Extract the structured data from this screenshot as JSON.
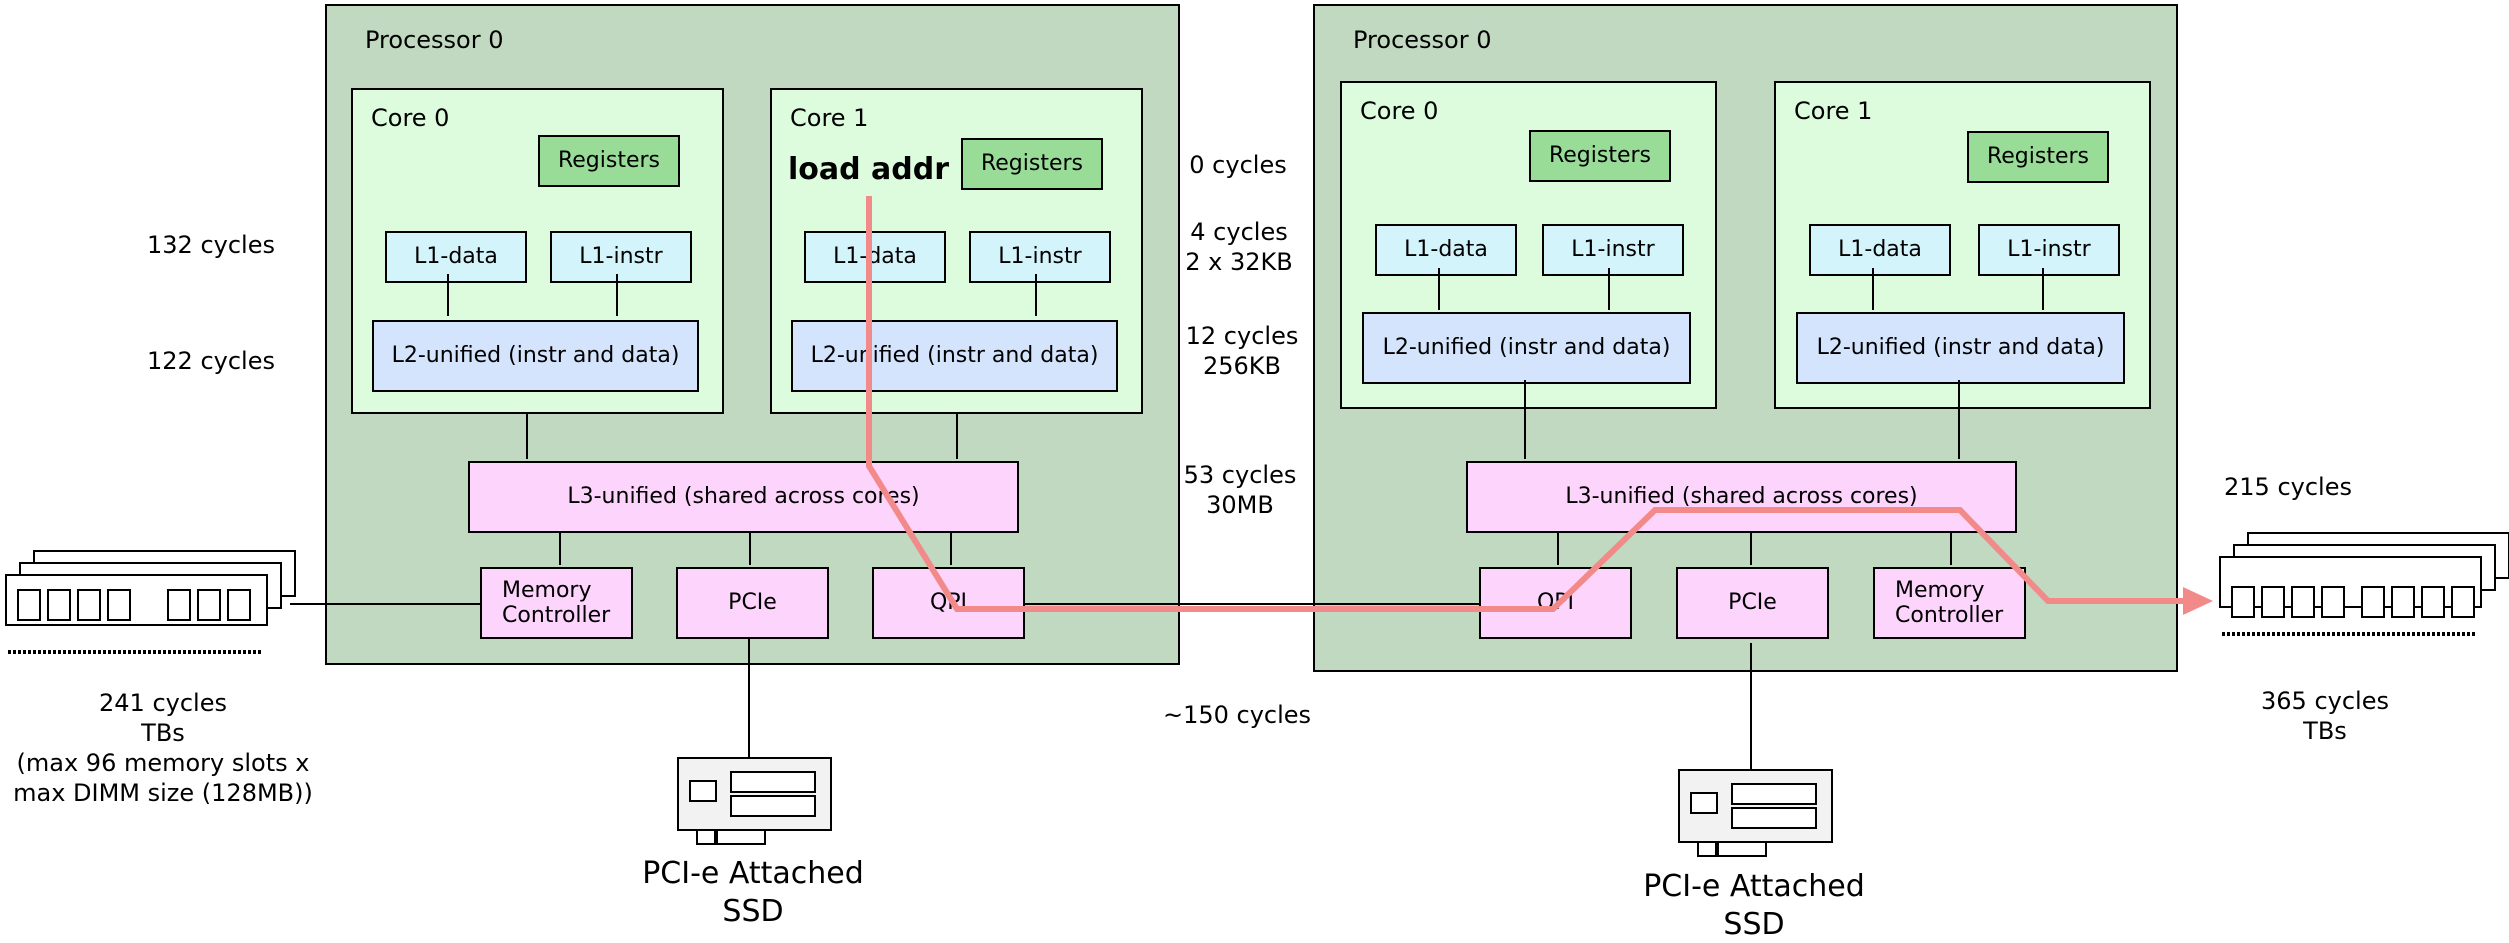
{
  "processors": [
    {
      "title": "Processor 0",
      "cores": [
        {
          "title": "Core 0",
          "registers": "Registers",
          "l1_data": "L1-data",
          "l1_instr": "L1-instr",
          "l2": "L2-unified (instr and data)"
        },
        {
          "title": "Core 1",
          "registers": "Registers",
          "l1_data": "L1-data",
          "l1_instr": "L1-instr",
          "l2": "L2-unified (instr and data)",
          "note": "load addr"
        }
      ],
      "l3": "L3-unified (shared across cores)",
      "io": [
        "Memory\nController",
        "PCIe",
        "QPI"
      ]
    },
    {
      "title": "Processor 0",
      "cores": [
        {
          "title": "Core 0",
          "registers": "Registers",
          "l1_data": "L1-data",
          "l1_instr": "L1-instr",
          "l2": "L2-unified (instr and data)"
        },
        {
          "title": "Core 1",
          "registers": "Registers",
          "l1_data": "L1-data",
          "l1_instr": "L1-instr",
          "l2": "L2-unified (instr and data)"
        }
      ],
      "l3": "L3-unified (shared across cores)",
      "io": [
        "QPI",
        "PCIe",
        "Memory\nController"
      ]
    }
  ],
  "latencies": {
    "registers": "0 cycles",
    "l1": "4 cycles\n2 x 32KB",
    "l2": "12 cycles\n256KB",
    "l3": "53 cycles\n30MB",
    "qpi": "~150 cycles",
    "remote_l1": "132 cycles",
    "remote_l2": "122 cycles",
    "local_mem": "241 cycles\nTBs\n(max 96 memory slots x\nmax DIMM size (128MB))",
    "remote_l3": "215 cycles",
    "remote_mem": "365 cycles\nTBs"
  },
  "ssd_label": "PCI-e Attached\nSSD",
  "colors": {
    "processor": "#c0d9c0",
    "core": "#ddfcdd",
    "registers": "#98dc98",
    "l1": "#d4f4fc",
    "l2": "#d4e4fc",
    "l3": "#fcd4fc",
    "path": "#f28a8a"
  },
  "icons": [
    "memory-dimm-icon",
    "ssd-card-icon"
  ]
}
